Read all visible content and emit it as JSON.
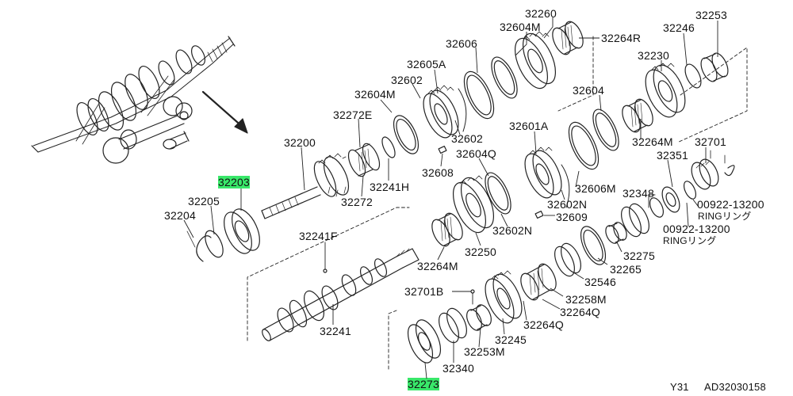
{
  "diagram": {
    "highlight_color": "#39e86a",
    "footer": {
      "model": "Y31",
      "code": "AD32030158"
    },
    "labels": {
      "p32260": "32260",
      "p32253": "32253",
      "p32604M_top": "32604M",
      "p32264R": "32264R",
      "p32246": "32246",
      "p32606": "32606",
      "p32230": "32230",
      "p32605A": "32605A",
      "p32602_a": "32602",
      "p32604M_mid": "32604M",
      "p32604": "32604",
      "p32272E": "32272E",
      "p32200": "32200",
      "p32602_b": "32602",
      "p32601A": "32601A",
      "p32264M_r": "32264M",
      "p32701": "32701",
      "p32604Q": "32604Q",
      "p32351": "32351",
      "p32608": "32608",
      "p32241H": "32241H",
      "p32203": "32203",
      "p32348": "32348",
      "p32606M": "32606M",
      "p32602N_a": "32602N",
      "ring1_code": "00922-13200",
      "ring1_name": "RINGリング",
      "p32205": "32205",
      "p32272": "32272",
      "p32204": "32204",
      "p32609": "32609",
      "ring2_code": "00922-13200",
      "ring2_name": "RINGリング",
      "p32602N_b": "32602N",
      "p32241F": "32241F",
      "p32250": "32250",
      "p32275": "32275",
      "p32264M_c": "32264M",
      "p32265": "32265",
      "p32546": "32546",
      "p32701B": "32701B",
      "p32258M": "32258M",
      "p32264Q_a": "32264Q",
      "p32241": "32241",
      "p32264Q_b": "32264Q",
      "p32245": "32245",
      "p32253M": "32253M",
      "p32340": "32340",
      "p32273": "32273"
    }
  }
}
